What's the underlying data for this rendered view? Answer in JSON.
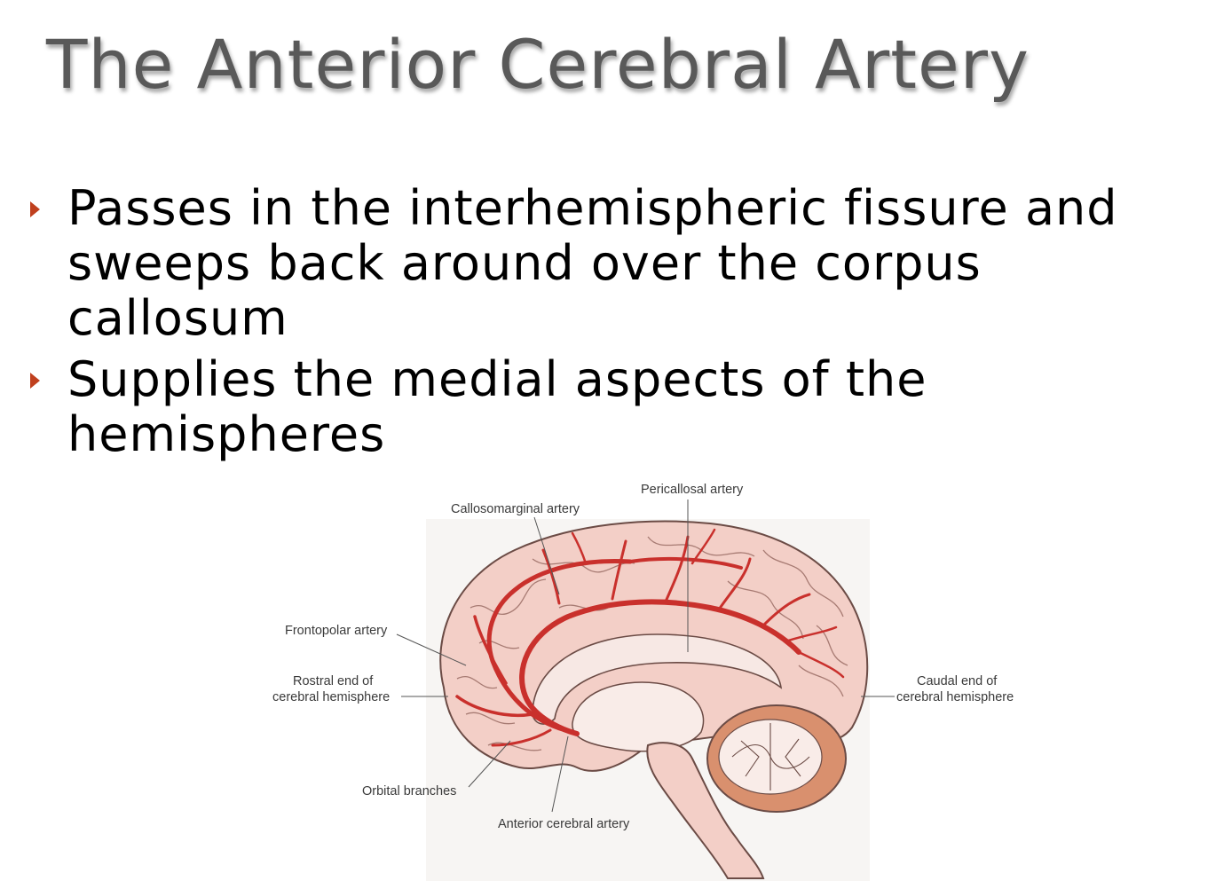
{
  "slide": {
    "title": "The Anterior Cerebral Artery",
    "bullets": [
      "Passes in the interhemispheric fissure and sweeps back around over the corpus callosum",
      "Supplies the medial aspects of the hemispheres"
    ],
    "bullet_color": "#c0401e"
  },
  "figure": {
    "labels": {
      "pericallosal": "Pericallosal artery",
      "callosomarginal": "Callosomarginal artery",
      "frontopolar": "Frontopolar artery",
      "rostral_line1": "Rostral end of",
      "rostral_line2": "cerebral hemisphere",
      "caudal_line1": "Caudal end of",
      "caudal_line2": "cerebral hemisphere",
      "orbital": "Orbital branches",
      "anterior": "Anterior cerebral artery"
    },
    "colors": {
      "brain_fill": "#f3cfc7",
      "brain_outline": "#6b4b45",
      "artery": "#c9302c",
      "cerebellum": "#d9906e"
    }
  }
}
